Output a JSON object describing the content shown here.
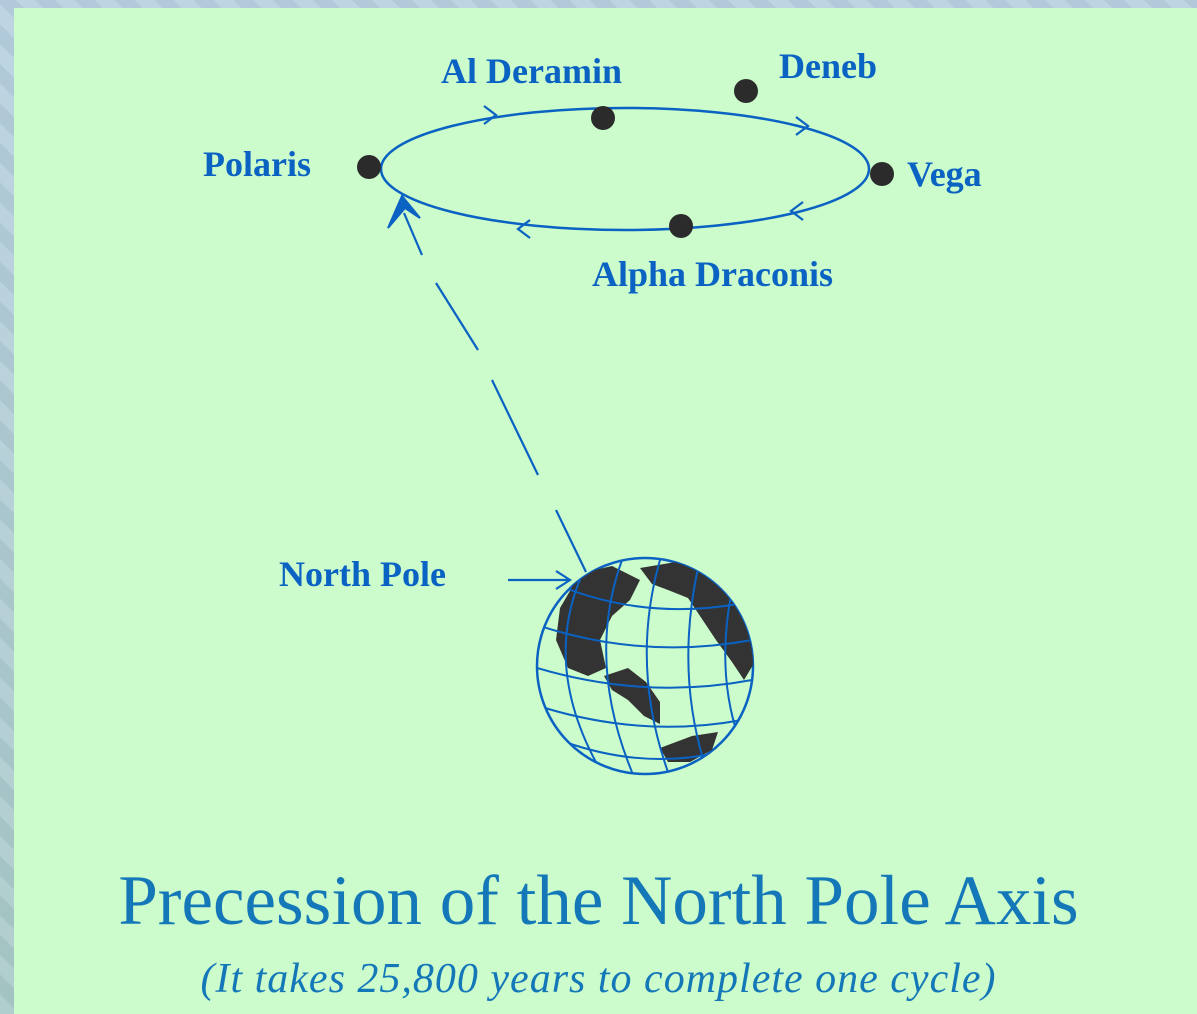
{
  "stars": {
    "al_deramin": "Al Deramin",
    "deneb": "Deneb",
    "polaris": "Polaris",
    "vega": "Vega",
    "alpha_draconis": "Alpha Draconis"
  },
  "north_pole_label": "North Pole",
  "title": "Precession of the North Pole Axis",
  "subtitle": "(It takes 25,800 years to complete one cycle)",
  "colors": {
    "panel_background": "#ccfbcc",
    "line_blue": "#0a62c2",
    "title_blue": "#1478b8",
    "star_dark": "#2b2b2b",
    "land_dark": "#333333"
  },
  "icons": {
    "star_marker": "filled-circle",
    "globe": "earth-globe-icon",
    "direction_arrow": "chevron-arrow"
  }
}
